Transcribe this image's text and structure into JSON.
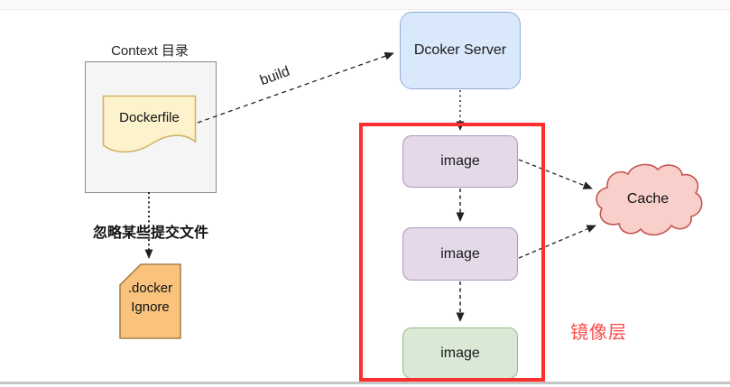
{
  "context": {
    "title": "Context 目录",
    "file_label": "Dockerfile"
  },
  "build_arrow": {
    "label": "build"
  },
  "server": {
    "label": "Dcoker Server"
  },
  "ignore_note": {
    "text": "忽略某些提交文件"
  },
  "dockerignore": {
    "line1": ".docker",
    "line2": "Ignore"
  },
  "layers": {
    "frame_label": "镜像层",
    "images": [
      {
        "label": "image",
        "color": "purple"
      },
      {
        "label": "image",
        "color": "purple"
      },
      {
        "label": "image",
        "color": "green"
      }
    ]
  },
  "cache": {
    "label": "Cache"
  },
  "icons": {
    "dockerfile_shape": "document-wave-icon",
    "dockerignore_shape": "note-cut-corner-icon",
    "cache_shape": "cloud-icon"
  },
  "colors": {
    "server_fill": "#DAE8FC",
    "server_stroke": "#93ADD4",
    "image_purple_fill": "#E3D9E9",
    "image_purple_stroke": "#AE97BE",
    "image_green_fill": "#DAE9D6",
    "image_green_stroke": "#93BC85",
    "cache_fill": "#F9CFCB",
    "cache_stroke": "#C4564E",
    "dockerfile_fill": "#FCF3CD",
    "dockerfile_stroke": "#D2B263",
    "dockerignore_fill": "#F9C37E",
    "dockerignore_stroke": "#A98147",
    "context_fill": "#F5F5F5",
    "context_stroke": "#8C8C8C",
    "highlight_red": "#FB2F2F",
    "label_red": "#FB4B4B",
    "connector": "#222222"
  }
}
